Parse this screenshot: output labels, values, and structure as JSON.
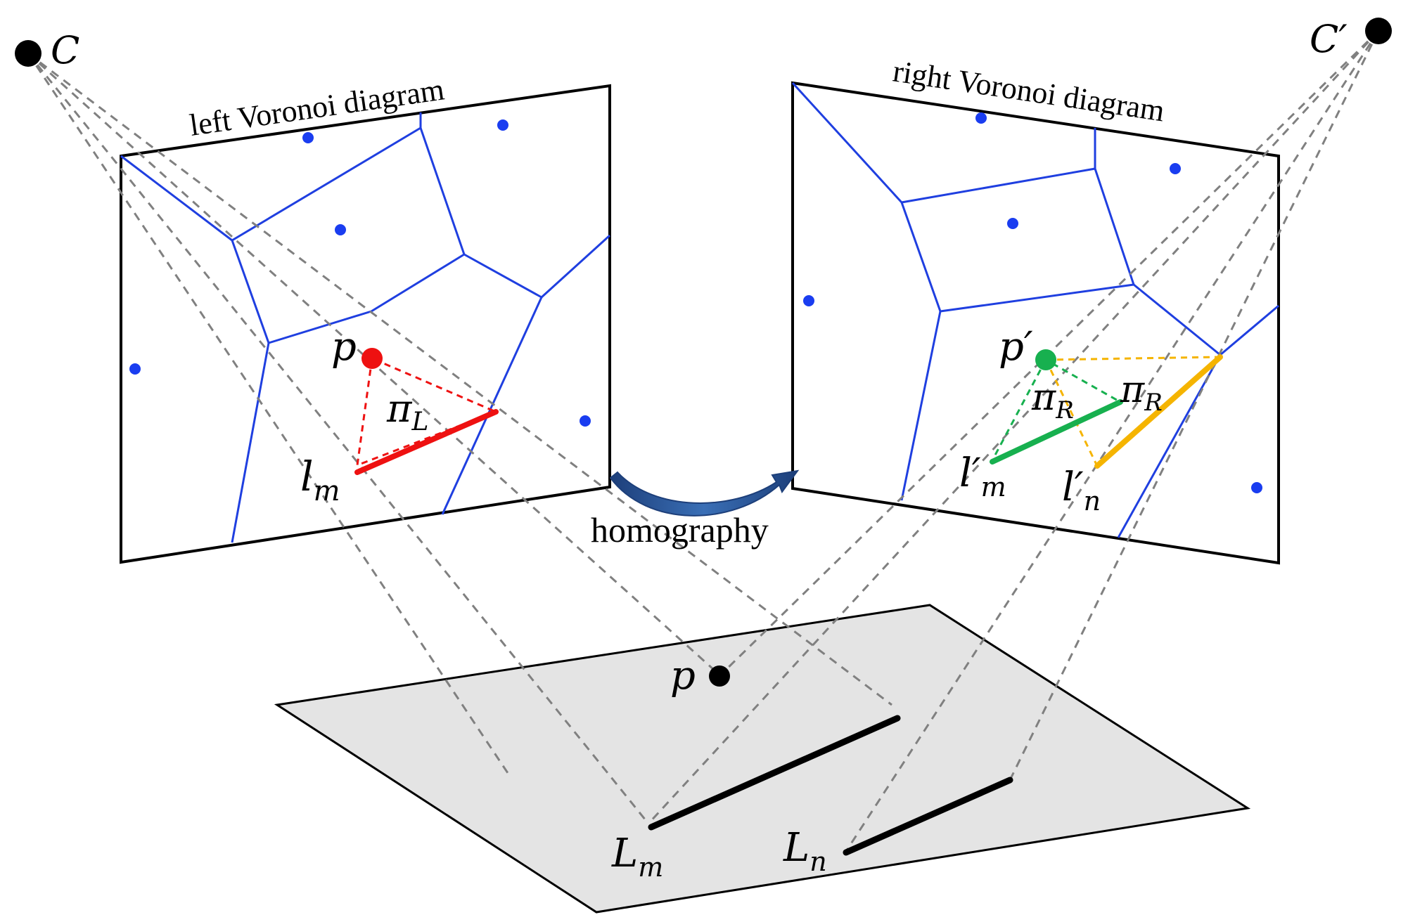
{
  "diagram": {
    "left_panel_title": "left Voronoi diagram",
    "right_panel_title": "right Voronoi diagram",
    "transform_label": "homography",
    "camera_left": "C",
    "camera_right": "C′",
    "point_left": "p",
    "point_right": "p′",
    "point_ground": "p",
    "plane_left": {
      "base": "π",
      "sub": "L"
    },
    "plane_right_a": {
      "base": "π",
      "sub": "R"
    },
    "plane_right_b": {
      "base": "π",
      "sub": "R"
    },
    "line_left": {
      "base": "l",
      "sub": "m"
    },
    "line_right_m": {
      "base": "l′",
      "sub": "m"
    },
    "line_right_n": {
      "base": "l′",
      "sub": "n"
    },
    "line_ground_m": {
      "base": "L",
      "sub": "m"
    },
    "line_ground_n": {
      "base": "L",
      "sub": "n"
    }
  },
  "colors": {
    "voronoi_edges": "#1f3fe0",
    "seed_points": "#1a3df0",
    "left_projection": "#ee1111",
    "right_projection_m": "#17b04f",
    "right_projection_n": "#f5b400",
    "projection_rays": "#808080",
    "ground_plane": "#e4e4e4",
    "homography_arrow": "#2e5c9e"
  }
}
